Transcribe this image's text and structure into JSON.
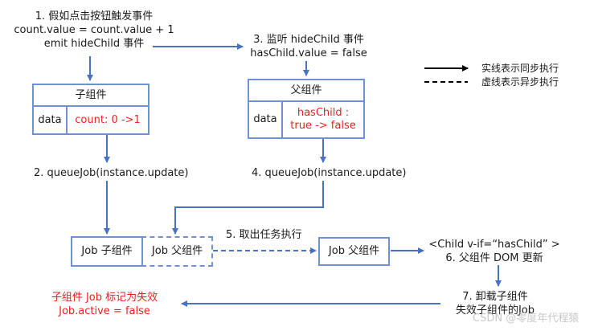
{
  "steps": {
    "step1": [
      "1. 假如点击按钮触发事件",
      "count.value = count.value + 1",
      "emit hideChild 事件"
    ],
    "step3": [
      "3. 监听 hideChild 事件",
      "hasChild.value = false"
    ],
    "step2": "2. queueJob(instance.update)",
    "step4": "4. queueJob(instance.update)",
    "step5": "5. 取出任务执行",
    "step6": [
      "<Child v-if=“hasChild” >",
      "6. 父组件 DOM 更新"
    ],
    "step7": [
      "7. 卸载子组件",
      "失效子组件的Job"
    ]
  },
  "legend": {
    "solid": "实线表示同步执行",
    "dashed": "虚线表示异步执行"
  },
  "child_component": {
    "title": "子组件",
    "data_label": "data",
    "data_value": "count: 0 ->1"
  },
  "parent_component": {
    "title": "父组件",
    "data_label": "data",
    "data_value": [
      "hasChild :",
      "true -> false"
    ]
  },
  "queue": {
    "job_child": "Job 子组件",
    "job_parent": "Job 父组件",
    "job_parent_exec": "Job 父组件"
  },
  "result": [
    "子组件 Job 标记为失效",
    "Job.active = false"
  ],
  "watermark": "CSDN @零度年代程猿",
  "colors": {
    "arrow": "#4a72c4",
    "box_border": "#6f8fd6",
    "highlight": "#e8231f"
  }
}
